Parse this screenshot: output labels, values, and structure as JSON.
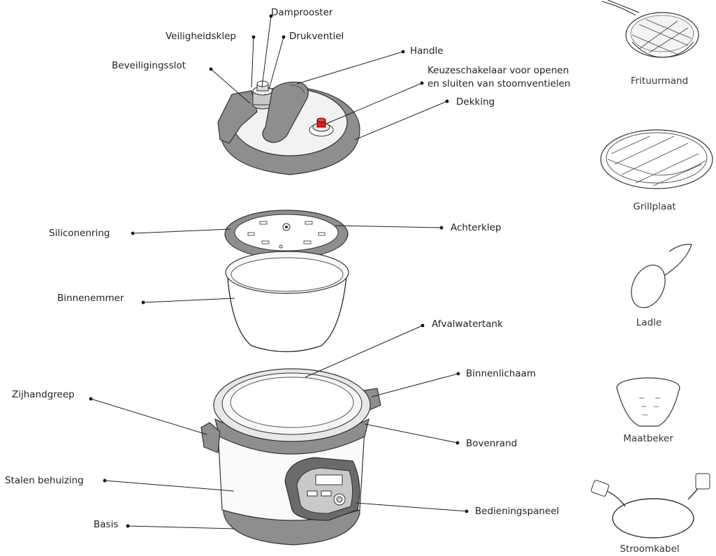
{
  "labels": {
    "damprooster": "Damprooster",
    "veiligheidsklep": "Veiligheidsklep",
    "drukventiel": "Drukventiel",
    "handle": "Handle",
    "beveiligingsslot": "Beveiligingsslot",
    "keuze_line1": "Keuzeschakelaar voor openen",
    "keuze_line2": "en sluiten van stoomventielen",
    "dekking": "Dekking",
    "siliconenring": "Siliconenring",
    "achterklep": "Achterklep",
    "binnenemmer": "Binnenemmer",
    "afvalwatertank": "Afvalwatertank",
    "binnenlichaam": "Binnenlichaam",
    "zijhandgreep": "Zijhandgreep",
    "bovenrand": "Bovenrand",
    "stalen_behuizing": "Stalen behuizing",
    "bedieningspaneel": "Bedieningspaneel",
    "basis": "Basis"
  },
  "accessories": {
    "frituurmand": "Frituurmand",
    "grillplaat": "Grillplaat",
    "ladle": "Ladle",
    "maatbeker": "Maatbeker",
    "stroomkabel": "Stroomkabel"
  },
  "colors": {
    "part_grey": "#8e8e8e",
    "light_grey": "#c9c9c9",
    "valve_red": "#d4202a"
  }
}
